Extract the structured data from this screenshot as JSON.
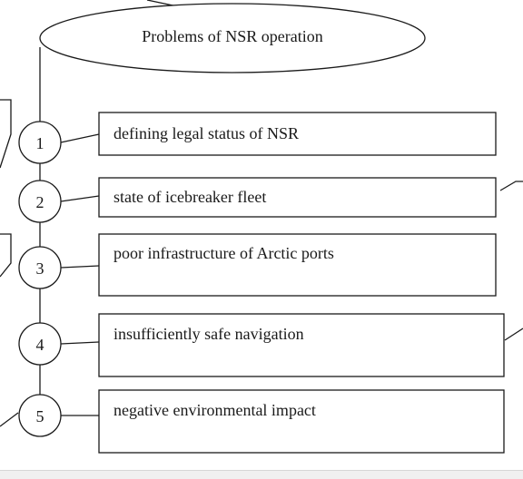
{
  "diagram": {
    "title": "Problems of NSR operation",
    "items": [
      {
        "number": "1",
        "label": "defining legal status of NSR"
      },
      {
        "number": "2",
        "label": "state of icebreaker fleet"
      },
      {
        "number": "3",
        "label": "poor infrastructure of Arctic ports"
      },
      {
        "number": "4",
        "label": "insufficiently safe navigation"
      },
      {
        "number": "5",
        "label": "negative environmental impact"
      }
    ]
  }
}
